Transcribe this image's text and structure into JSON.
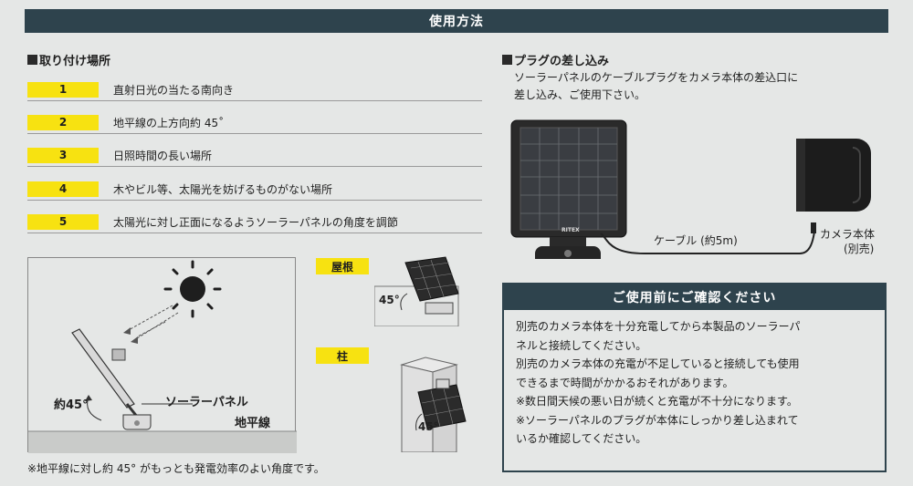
{
  "header": {
    "title": "使用方法"
  },
  "install": {
    "heading": "取り付け場所",
    "items": [
      {
        "num": "1",
        "text": "直射日光の当たる南向き"
      },
      {
        "num": "2",
        "text": "地平線の上方向約 45˚"
      },
      {
        "num": "3",
        "text": "日照時間の長い場所"
      },
      {
        "num": "4",
        "text": "木やビル等、太陽光を妨げるものがない場所"
      },
      {
        "num": "5",
        "text": "太陽光に対し正面になるようソーラーパネルの角度を調節"
      }
    ]
  },
  "diagram": {
    "angle_label": "約45°",
    "panel_label": "ソーラーパネル",
    "horizon_label": "地平線",
    "note": "※地平線に対し約 45° がもっとも発電効率のよい角度です。"
  },
  "mount": {
    "roof_label": "屋根",
    "roof_angle": "45°",
    "pillar_label": "柱",
    "pillar_angle": "45°"
  },
  "plug": {
    "heading": "プラグの差し込み",
    "desc_line1": "ソーラーパネルのケーブルプラグをカメラ本体の差込口に",
    "desc_line2": "差し込み、ご使用下さい。",
    "cable_label": "ケーブル (約5m)",
    "camera_label": "カメラ本体",
    "camera_sub": "(別売)",
    "brand": "RITEX"
  },
  "confirm": {
    "title": "ご使用前にご確認ください",
    "lines": [
      "別売のカメラ本体を十分充電してから本製品のソーラーパ",
      "ネルと接続してください。",
      "別売のカメラ本体の充電が不足していると接続しても使用",
      "できるまで時間がかかるおそれがあります。",
      "※数日間天候の悪い日が続くと充電が不十分になります。",
      "※ソーラーパネルのプラグが本体にしっかり差し込まれて",
      "いるか確認してください。"
    ]
  }
}
